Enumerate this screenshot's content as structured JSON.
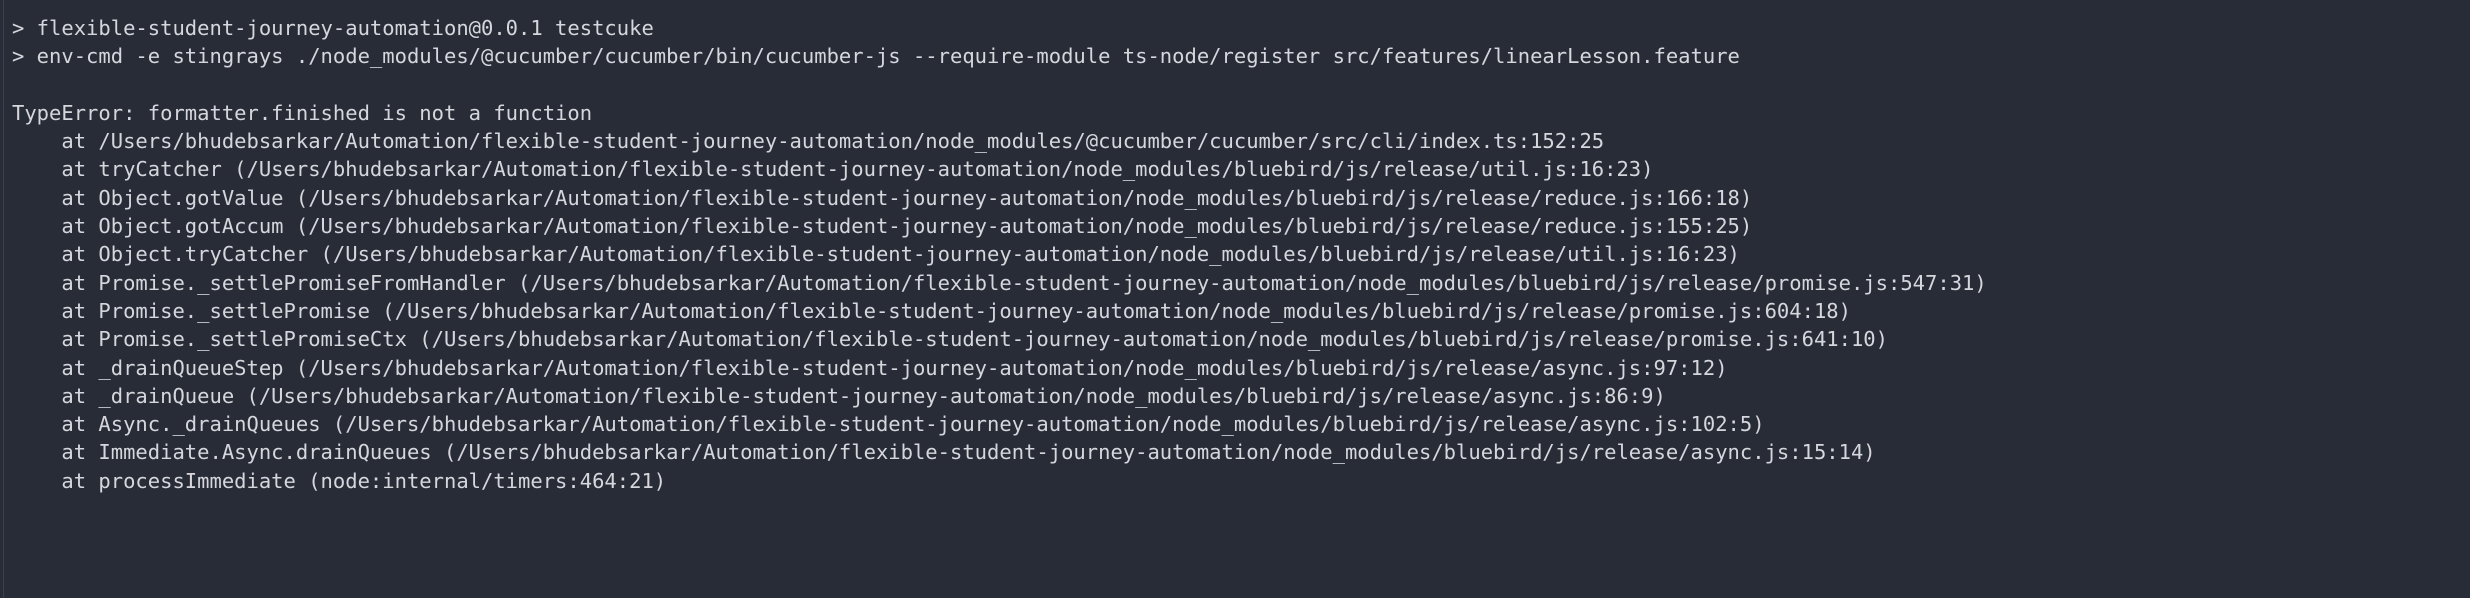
{
  "terminal": {
    "background_color": "#282c37",
    "text_color": "#d6d7dd",
    "lines": [
      {
        "id": "npm-script-header",
        "kind": "prompt",
        "text": "> flexible-student-journey-automation@0.0.1 testcuke"
      },
      {
        "id": "npm-script-command",
        "kind": "prompt",
        "text": "> env-cmd -e stingrays ./node_modules/@cucumber/cucumber/bin/cucumber-js --require-module ts-node/register src/features/linearLesson.feature"
      },
      {
        "id": "spacer",
        "kind": "blank",
        "text": ""
      },
      {
        "id": "error-message",
        "kind": "error",
        "text": "TypeError: formatter.finished is not a function"
      },
      {
        "id": "frame-1",
        "kind": "frame",
        "text": "    at /Users/bhudebsarkar/Automation/flexible-student-journey-automation/node_modules/@cucumber/cucumber/src/cli/index.ts:152:25"
      },
      {
        "id": "frame-2",
        "kind": "frame",
        "text": "    at tryCatcher (/Users/bhudebsarkar/Automation/flexible-student-journey-automation/node_modules/bluebird/js/release/util.js:16:23)"
      },
      {
        "id": "frame-3",
        "kind": "frame",
        "text": "    at Object.gotValue (/Users/bhudebsarkar/Automation/flexible-student-journey-automation/node_modules/bluebird/js/release/reduce.js:166:18)"
      },
      {
        "id": "frame-4",
        "kind": "frame",
        "text": "    at Object.gotAccum (/Users/bhudebsarkar/Automation/flexible-student-journey-automation/node_modules/bluebird/js/release/reduce.js:155:25)"
      },
      {
        "id": "frame-5",
        "kind": "frame",
        "text": "    at Object.tryCatcher (/Users/bhudebsarkar/Automation/flexible-student-journey-automation/node_modules/bluebird/js/release/util.js:16:23)"
      },
      {
        "id": "frame-6",
        "kind": "frame",
        "text": "    at Promise._settlePromiseFromHandler (/Users/bhudebsarkar/Automation/flexible-student-journey-automation/node_modules/bluebird/js/release/promise.js:547:31)"
      },
      {
        "id": "frame-7",
        "kind": "frame",
        "text": "    at Promise._settlePromise (/Users/bhudebsarkar/Automation/flexible-student-journey-automation/node_modules/bluebird/js/release/promise.js:604:18)"
      },
      {
        "id": "frame-8",
        "kind": "frame",
        "text": "    at Promise._settlePromiseCtx (/Users/bhudebsarkar/Automation/flexible-student-journey-automation/node_modules/bluebird/js/release/promise.js:641:10)"
      },
      {
        "id": "frame-9",
        "kind": "frame",
        "text": "    at _drainQueueStep (/Users/bhudebsarkar/Automation/flexible-student-journey-automation/node_modules/bluebird/js/release/async.js:97:12)"
      },
      {
        "id": "frame-10",
        "kind": "frame",
        "text": "    at _drainQueue (/Users/bhudebsarkar/Automation/flexible-student-journey-automation/node_modules/bluebird/js/release/async.js:86:9)"
      },
      {
        "id": "frame-11",
        "kind": "frame",
        "text": "    at Async._drainQueues (/Users/bhudebsarkar/Automation/flexible-student-journey-automation/node_modules/bluebird/js/release/async.js:102:5)"
      },
      {
        "id": "frame-12",
        "kind": "frame",
        "text": "    at Immediate.Async.drainQueues (/Users/bhudebsarkar/Automation/flexible-student-journey-automation/node_modules/bluebird/js/release/async.js:15:14)"
      },
      {
        "id": "frame-13",
        "kind": "frame",
        "text": "    at processImmediate (node:internal/timers:464:21)"
      }
    ]
  }
}
